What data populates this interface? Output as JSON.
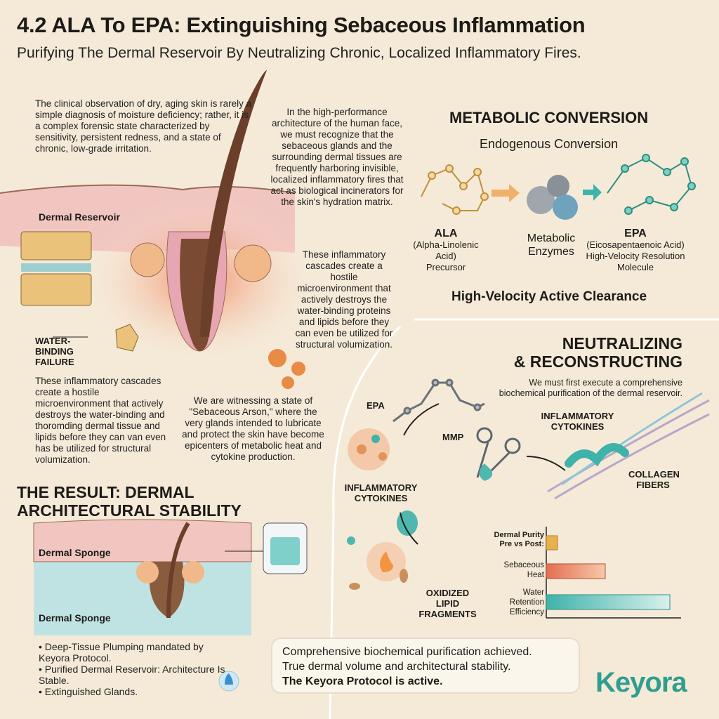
{
  "header": {
    "title": "4.2 ALA To EPA: Extinguishing Sebaceous Inflammation",
    "subtitle": "Purifying The Dermal Reservoir By Neutralizing Chronic, Localized Inflammatory Fires."
  },
  "left": {
    "intro": "The clinical observation of dry, aging skin is rarely a simple diagnosis of moisture deficiency; rather, it is a complex forensic state characterized by sensitivity, persistent redness, and a state of chronic, low-grade irritation.",
    "dermal_reservoir": "Dermal Reservoir",
    "water_binding_failure": "WATER-BINDING FAILURE",
    "cascades": "These inflammatory cascades create a hostile microenvironment that actively destroys the water-binding and thoromding dermal tissue and lipids before they can van even has be utilized for structural volumization."
  },
  "center": {
    "architecture": "In the high-performance architecture of the human face, we must recognize that the sebaceous glands and the surrounding dermal tissues are frequently harboring invisible, localized inflammatory fires that act as biological incinerators for the skin's hydration matrix.",
    "cascades": "These inflammatory cascades create a hostile microenvironment that actively destroys the water-binding proteins and lipids before they can even be utilized for structural volumization.",
    "arson": "We are witnessing a state of \"Sebaceous Arson,\" where the very glands intended to lubricate and protect the skin have become epicenters of metabolic heat and cytokine production."
  },
  "metabolic": {
    "title": "METABOLIC CONVERSION",
    "subtitle": "Endogenous Conversion",
    "ala": {
      "name": "ALA",
      "desc": "(Alpha-Linolenic Acid)",
      "role": "Precursor"
    },
    "enzymes": "Metabolic Enzymes",
    "epa": {
      "name": "EPA",
      "desc": "(Eicosapentaenoic Acid)",
      "role": "High-Velocity Resolution Molecule"
    },
    "clearance": "High-Velocity Active Clearance"
  },
  "neutralizing": {
    "title1": "NEUTRALIZING",
    "title2": "& RECONSTRUCTING",
    "desc": "We must first execute a comprehensive biochemical purification of the dermal reservoir.",
    "epa": "EPA",
    "mmp": "MMP",
    "cytokines_right": "INFLAMMATORY CYTOKINES",
    "collagen": "COLLAGEN FIBERS",
    "cytokines_left": "INFLAMMATORY CYTOKINES",
    "oxidized": "OXIDIZED LIPID FRAGMENTS"
  },
  "chart_data": {
    "type": "bar",
    "orientation": "horizontal",
    "title": "Dermal Purity Pre vs Post:",
    "categories": [
      "Sebaceous Heat",
      "Water Retention Efficiency"
    ],
    "values": [
      42,
      88
    ],
    "title_bar_value": 8,
    "colors": [
      "#e9b14e",
      "#e36e52",
      "#3fb3aa"
    ],
    "xlim": [
      0,
      100
    ]
  },
  "result": {
    "title1": "THE RESULT: DERMAL",
    "title2": "ARCHITECTURAL STABILITY",
    "sponge_top": "Dermal Sponge",
    "sponge_bottom": "Dermal Sponge",
    "bullets": [
      "Deep-Tissue Plumping mandated by Keyora Protocol.",
      "Purified Dermal Reservoir: Architecture Is Stable.",
      "Extinguished Glands."
    ]
  },
  "callout": {
    "line1": "Comprehensive biochemical purification achieved.",
    "line2": "True dermal volume and architectural stability.",
    "line3": "The Keyora Protocol is active."
  },
  "logo": {
    "text": "Keyora",
    "color": "#2f9e8f"
  }
}
